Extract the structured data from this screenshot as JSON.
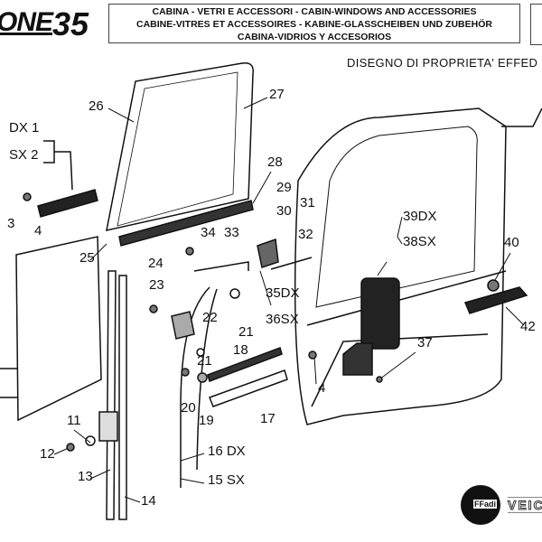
{
  "header": {
    "logo": "ONE",
    "model": "35",
    "title_lines": [
      "CABINA - VETRI E ACCESSORI - CABIN-WINDOWS AND ACCESSORIES",
      "CABINE-VITRES ET ACCESSOIRES - KABINE-GLASSCHEIBEN UND ZUBEHÖR",
      "CABINA-VIDRIOS Y ACCESORIOS"
    ]
  },
  "property_note": "DISEGNO DI PROPRIETA' EFFED",
  "labels": [
    "DX 1",
    "SX 2",
    "3",
    "4",
    "25",
    "26",
    "27",
    "28",
    "29",
    "30",
    "31",
    "32",
    "33",
    "34",
    "24",
    "23",
    "22",
    "21",
    "21",
    "18",
    "20",
    "19",
    "17",
    "35DX",
    "36SX",
    "16 DX",
    "15 SX",
    "11",
    "12",
    "13",
    "14",
    "39DX",
    "38SX",
    "40",
    "42",
    "37",
    "4"
  ],
  "footer": {
    "brand": "FFadi",
    "brand_text": "VEICO"
  }
}
